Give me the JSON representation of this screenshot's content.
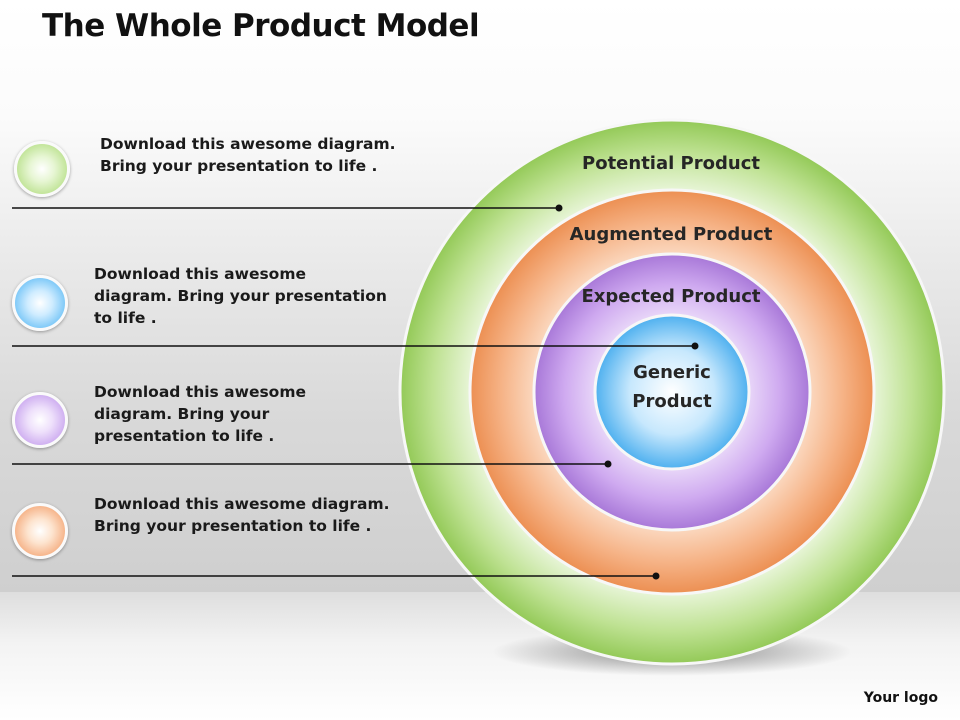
{
  "title": "The Whole Product Model",
  "items": [
    {
      "text": "Download this awesome  diagram.\nBring your presentation to life .",
      "color": "#a3d46f",
      "icon": "green-circle"
    },
    {
      "text": "Download this awesome\ndiagram. Bring your presentation\nto life .",
      "color": "#42a9ef",
      "icon": "blue-circle"
    },
    {
      "text": "Download this awesome\ndiagram. Bring your\npresentation to life .",
      "color": "#b48be4",
      "icon": "purple-circle"
    },
    {
      "text": "Download this awesome  diagram.\nBring your presentation to life .",
      "color": "#ec945b",
      "icon": "orange-circle"
    }
  ],
  "rings": [
    {
      "label": "Potential Product",
      "color": "#9ccf5e"
    },
    {
      "label": "Augmented Product",
      "color": "#ef9a5d"
    },
    {
      "label": "Expected Product",
      "color": "#b27fdc"
    }
  ],
  "core": {
    "line1": "Generic",
    "line2": "Product",
    "color": "#5ab8f0"
  },
  "logo": "Your logo"
}
